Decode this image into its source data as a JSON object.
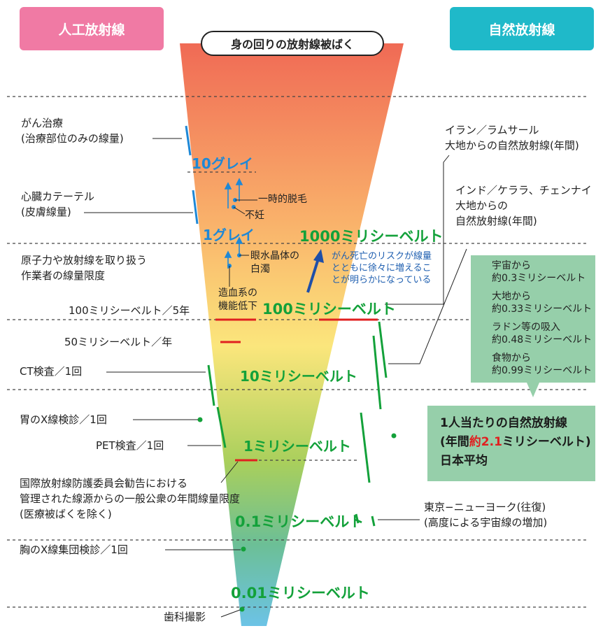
{
  "header": {
    "artificial": "人工放射線",
    "natural": "自然放射線",
    "center_title": "身の回りの放射線被ばく"
  },
  "levels": {
    "gy10": "10グレイ",
    "gy1": "1グレイ",
    "msv1000": "1000ミリシーベルト",
    "msv100": "100ミリシーベルト",
    "msv10": "10ミリシーベルト",
    "msv1": "1ミリシーベルト",
    "msv01": "0.1ミリシーベルト",
    "msv001": "0.01ミリシーベルト"
  },
  "effects": {
    "hair": "一時的脱毛",
    "infertility": "不妊",
    "lens": "眼水晶体の",
    "lens2": "白濁",
    "blood": "造血系の",
    "blood2": "機能低下"
  },
  "cancer_note": [
    "がん死亡のリスクが線量",
    "とともに徐々に増えるこ",
    "とが明らかになっている"
  ],
  "left": {
    "cancer": [
      "がん治療",
      "(治療部位のみの線量)"
    ],
    "cath": [
      "心臓カテーテル",
      "(皮膚線量)"
    ],
    "worker": [
      "原子力や放射線を取り扱う",
      "作業者の線量限度"
    ],
    "limit5y": "100ミリシーベルト／5年",
    "limit1y": "50ミリシーベルト／年",
    "ct": "CT検査／1回",
    "stomach": "胃のX線検診／1回",
    "pet": "PET検査／1回",
    "icrp": [
      "国際放射線防護委員会勧告における",
      "管理された線源からの一般公衆の年間線量限度",
      "(医療被ばくを除く)"
    ],
    "chest": "胸のX線集団検診／1回",
    "dental": "歯科撮影"
  },
  "right": {
    "iran": [
      "イラン／ラムサール",
      "大地からの自然放射線(年間)"
    ],
    "india": [
      "インド／ケララ、チェンナイ",
      "大地からの",
      "自然放射線(年間)"
    ],
    "natbox": [
      "宇宙から",
      "約0.3ミリシーベルト",
      "大地から",
      "約0.33ミリシーベルト",
      "ラドン等の吸入",
      "約0.48ミリシーベルト",
      "食物から",
      "約0.99ミリシーベルト"
    ],
    "avg_line1": "1人当たりの自然放射線",
    "avg_line2_pre": "(年間",
    "avg_line2_red": "約2.1",
    "avg_line2_post": "ミリシーベルト)",
    "avg_line3": "日本平均",
    "flight": [
      "東京−ニューヨーク(往復)",
      "(高度による宇宙線の増加)"
    ]
  },
  "colors": {
    "pink": "#f07aa4",
    "cyan": "#1fb9c9",
    "green_text": "#13a13a",
    "blue_text": "#1e88d6",
    "funnel_top": "#f06a55",
    "funnel_mid": "#fbe67c",
    "funnel_bottom": "#6cc3e6",
    "box_green": "#96cfaa",
    "red": "#e02020"
  }
}
